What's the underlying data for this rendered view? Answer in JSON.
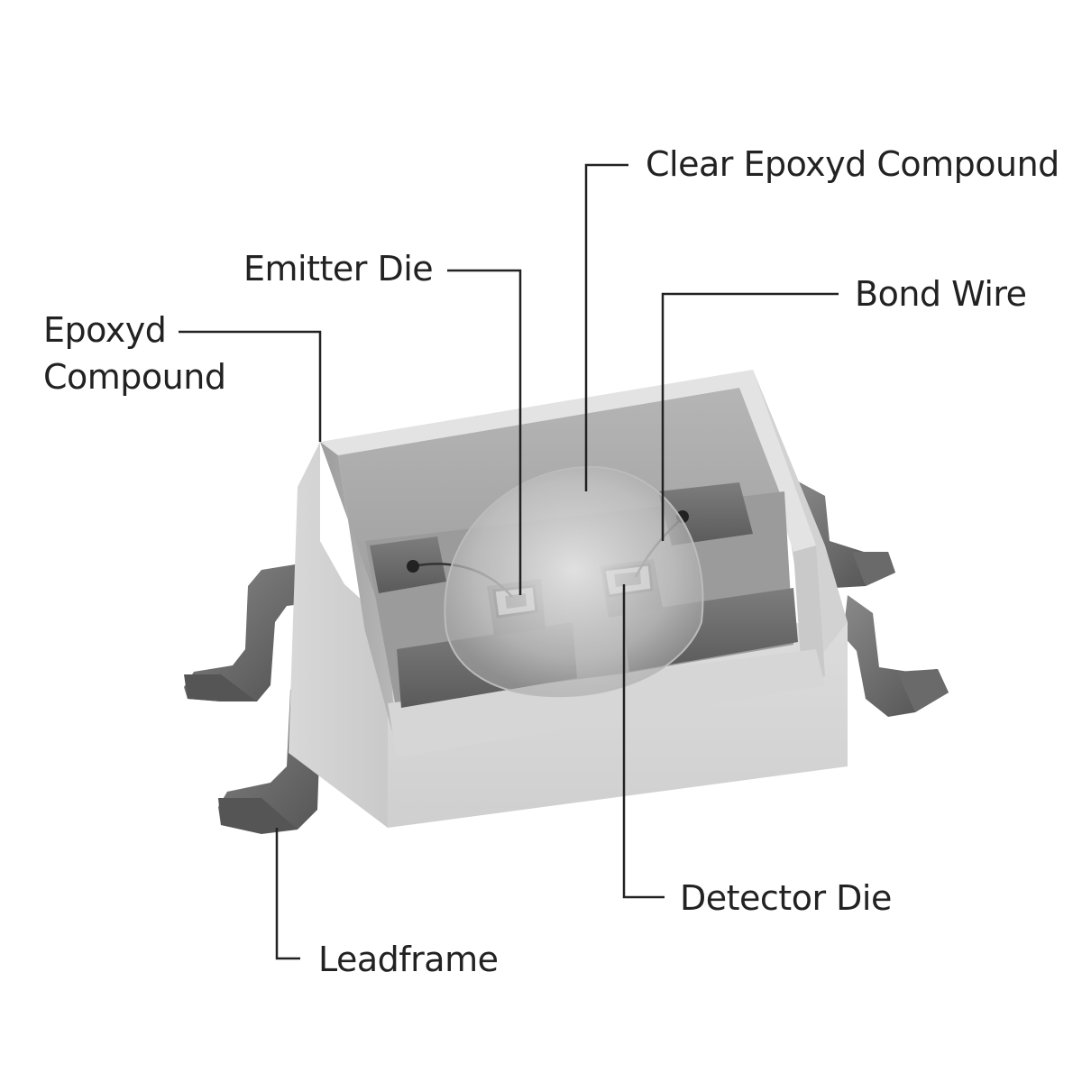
{
  "labels": {
    "clear_epoxyd_compound": "Clear Epoxyd Compound",
    "emitter_die": "Emitter Die",
    "bond_wire": "Bond Wire",
    "epoxyd_compound_line1": "Epoxyd",
    "epoxyd_compound_line2": "Compound",
    "detector_die": "Detector Die",
    "leadframe": "Leadframe"
  },
  "colors": {
    "background": "#ffffff",
    "housing": "#d9d9d9",
    "housing_shadow": "#bdbdbd",
    "cavity_floor": "#a9a9a9",
    "lead_metal": "#5f5f5f",
    "leader_line": "#222222",
    "dome": "#cfcfcf"
  }
}
